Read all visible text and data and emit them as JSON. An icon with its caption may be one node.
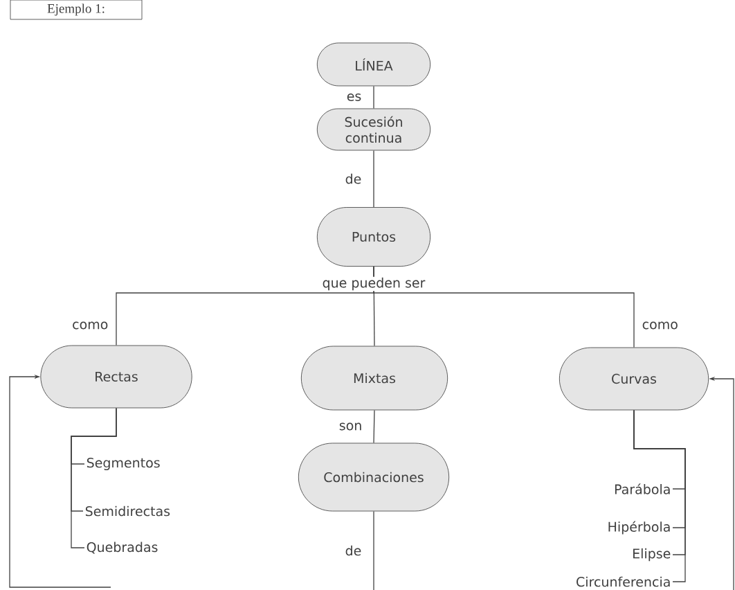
{
  "diagram": {
    "nodes": [
      {
        "text": [
          "Ejemplo 1:"
        ]
      },
      {
        "text": [
          "LÍNEA"
        ]
      },
      {
        "text": [
          "Sucesión continua"
        ]
      },
      {
        "text": [
          "Puntos"
        ]
      },
      {
        "text": [
          "Rectas"
        ]
      },
      {
        "text": [
          "Mixtas"
        ]
      },
      {
        "text": [
          "Curvas"
        ]
      },
      {
        "text": [
          "Combinaciones"
        ]
      },
      {
        "text": [
          "Segmentos"
        ]
      },
      {
        "text": [
          "Semidirectas"
        ]
      },
      {
        "text": [
          "Quebradas"
        ]
      },
      {
        "text": [
          "Parábola"
        ]
      },
      {
        "text": [
          "Hipérbola"
        ]
      },
      {
        "text": [
          "Elipse"
        ]
      },
      {
        "text": [
          "Circunferencia"
        ]
      }
    ],
    "edges": [
      {
        "from": 1,
        "to": 2,
        "arrow": "none",
        "label": "es"
      },
      {
        "from": 2,
        "to": 3,
        "arrow": "none",
        "label": "de"
      },
      {
        "from": 3,
        "to": 4,
        "arrow": "none",
        "label": "como"
      },
      {
        "from": 3,
        "to": 5,
        "arrow": "none",
        "label": "que pueden ser"
      },
      {
        "from": 3,
        "to": 6,
        "arrow": "none",
        "label": "como"
      },
      {
        "from": 5,
        "to": 7,
        "arrow": "none",
        "label": "son"
      },
      {
        "from": 7,
        "to": null,
        "arrow": "none",
        "label": "de"
      },
      {
        "from": 4,
        "to": 8,
        "arrow": "none"
      },
      {
        "from": 4,
        "to": 9,
        "arrow": "none"
      },
      {
        "from": 4,
        "to": 10,
        "arrow": "none"
      },
      {
        "from": 6,
        "to": 11,
        "arrow": "none"
      },
      {
        "from": 6,
        "to": 12,
        "arrow": "none"
      },
      {
        "from": 6,
        "to": 13,
        "arrow": "none"
      },
      {
        "from": 6,
        "to": 14,
        "arrow": "none"
      },
      {
        "from": null,
        "to": 4,
        "arrow": "to"
      },
      {
        "from": null,
        "to": 6,
        "arrow": "to"
      }
    ]
  }
}
